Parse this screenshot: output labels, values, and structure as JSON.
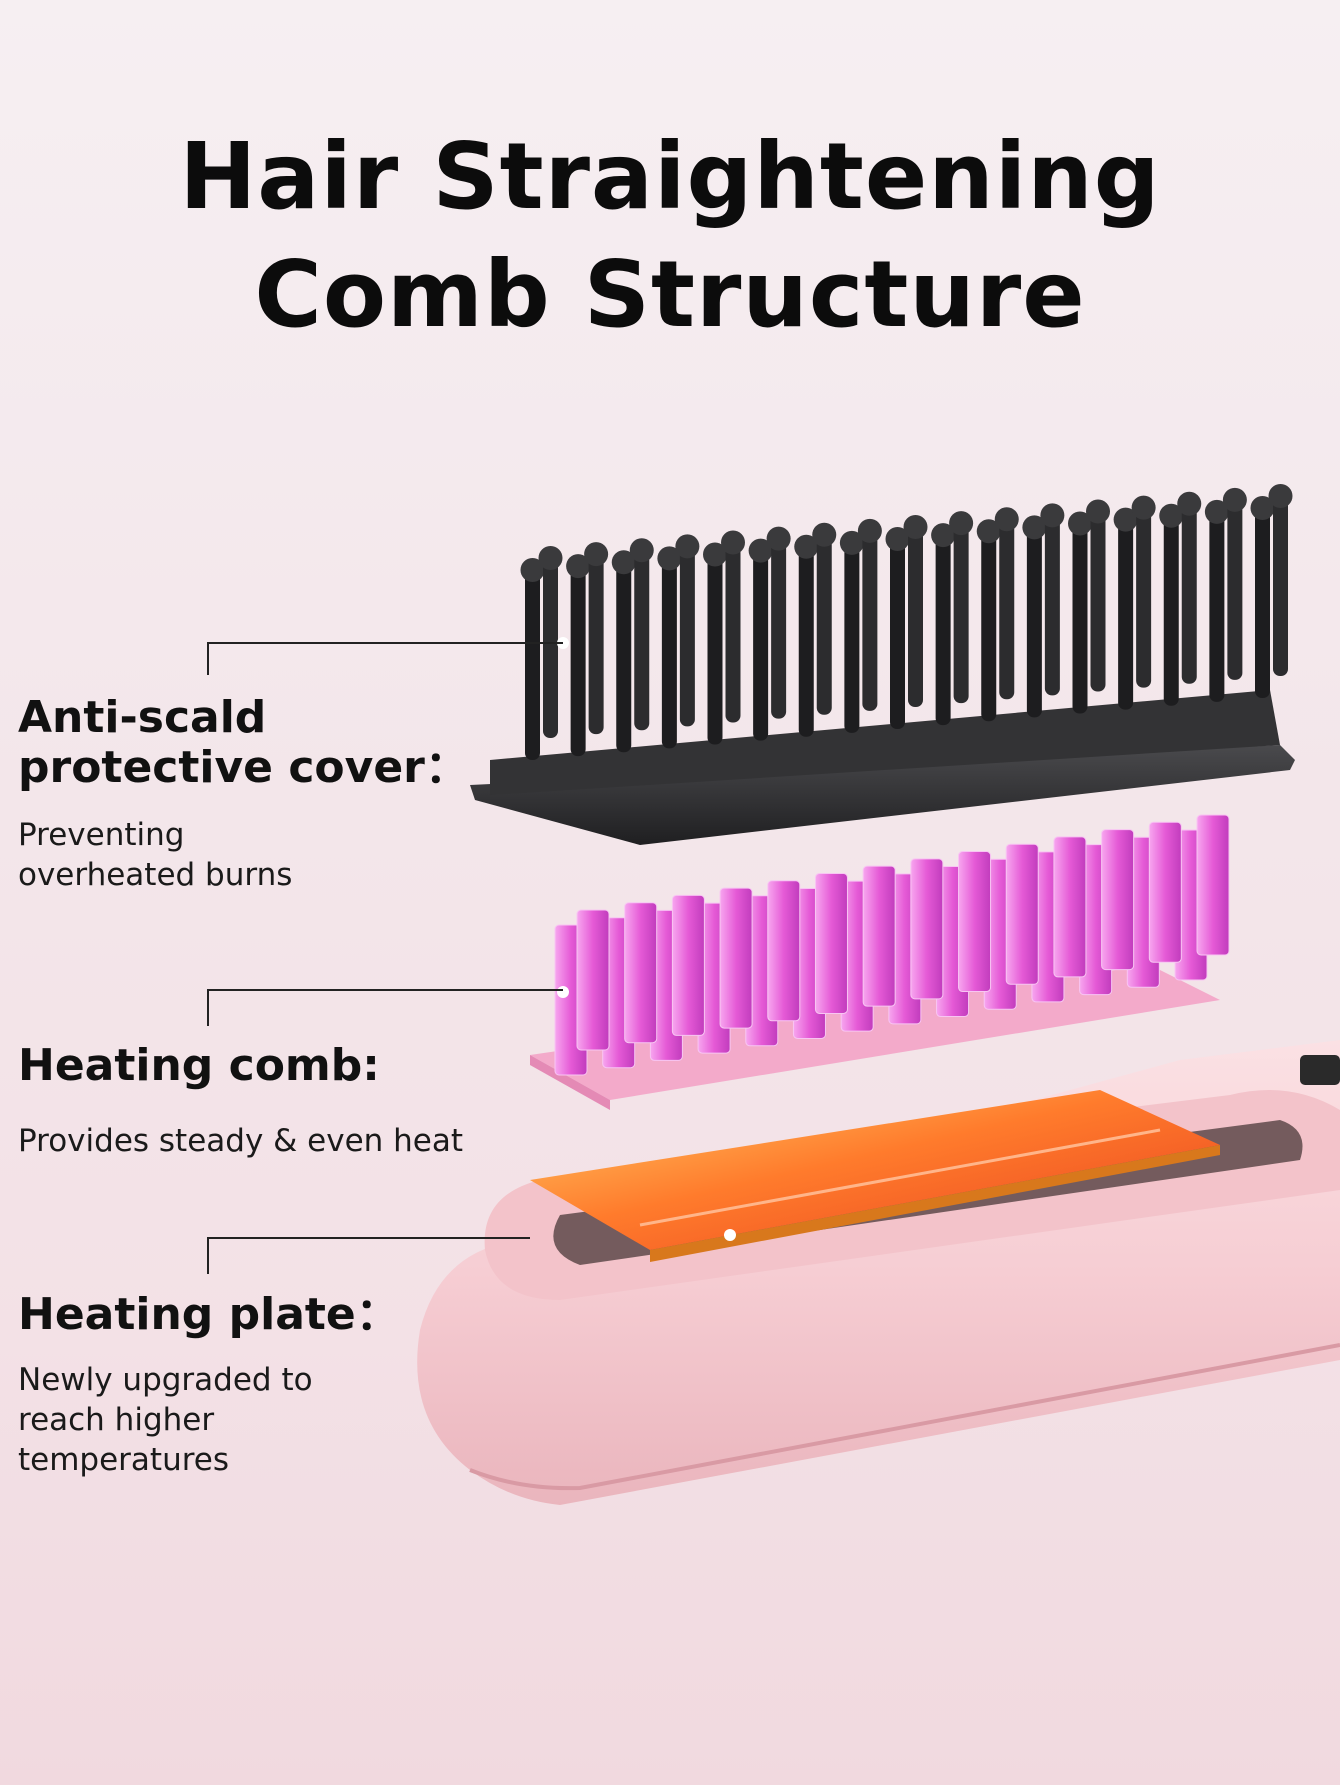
{
  "title": {
    "line1": "Hair Straightening",
    "line2": "Comb Structure"
  },
  "parts": [
    {
      "name": "Anti-scald",
      "name_line2": "protective cover：",
      "desc_lines": [
        "Preventing",
        "overheated burns"
      ]
    },
    {
      "name": "Heating comb:",
      "desc_lines": [
        "Provides steady & even heat"
      ]
    },
    {
      "name": "Heating plate：",
      "desc_lines": [
        "Newly upgraded to",
        "reach higher",
        "temperatures"
      ]
    }
  ],
  "colors": {
    "cover": "#2b2b2d",
    "comb": "#e85fd8",
    "plate": "#ff7a2e",
    "body": "#f4c6cd",
    "leader": "#222222"
  }
}
